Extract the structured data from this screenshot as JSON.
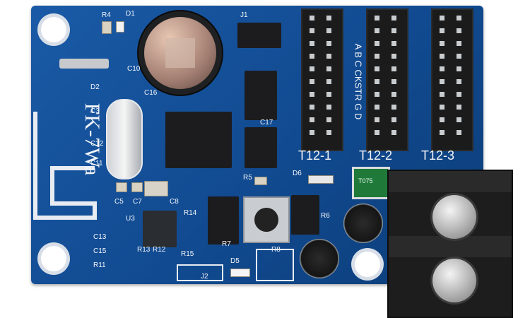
{
  "board": {
    "model": "FK-7Wa",
    "header_labels": [
      "T12-1",
      "T12-2",
      "T12-3"
    ],
    "signal_labels": "A B C CKSTR G D",
    "component_labels": [
      "R4",
      "D1",
      "J1",
      "C10",
      "D2",
      "C16",
      "C3",
      "C12",
      "C11",
      "C17",
      "D6",
      "C5",
      "C7",
      "C8",
      "R5",
      "R14",
      "U3",
      "R7",
      "R15",
      "C13",
      "C15",
      "R11",
      "R13",
      "R12",
      "J2",
      "D5",
      "R6",
      "R8"
    ],
    "inductor_label": "T075"
  },
  "colors": {
    "pcb": "#114a90",
    "silkscreen": "#f2f4f8",
    "connector": "#1b1b1b"
  }
}
